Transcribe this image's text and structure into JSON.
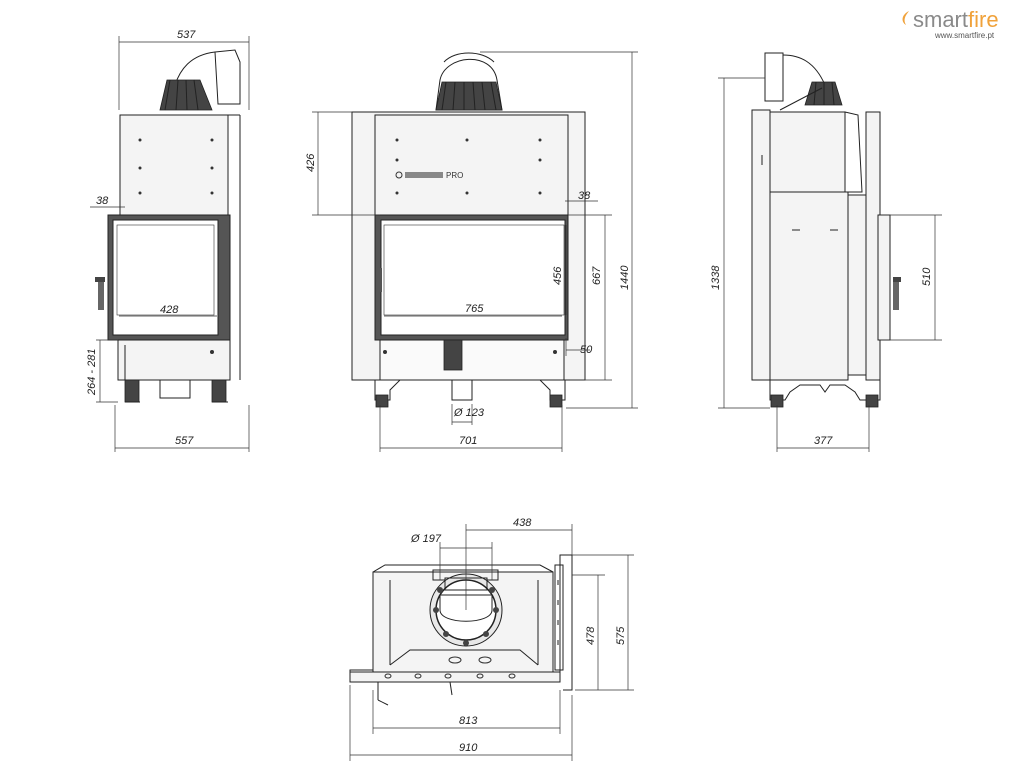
{
  "brand": {
    "name_part1": "smart",
    "name_part2": "fire",
    "url": "www.smartfire.pt",
    "color_dark": "#8a8a8a",
    "color_accent": "#f0a23b"
  },
  "product_plate": "PRO",
  "views": {
    "left_side": {
      "dims": {
        "top_width": "537",
        "bottom_width": "557",
        "glass_width": "428",
        "frame_offset": "38",
        "leg_height": "264 - 281"
      }
    },
    "front": {
      "dims": {
        "top_height": "426",
        "frame_offset": "38",
        "glass_height": "456",
        "door_height": "667",
        "total_height": "1440",
        "glass_width": "765",
        "grate_offset": "50",
        "air_inlet": "Ø 123",
        "base_width": "701"
      }
    },
    "right_side": {
      "dims": {
        "total_height": "1338",
        "door_height": "510",
        "base_width": "377"
      }
    },
    "top": {
      "dims": {
        "flue_diameter": "Ø 197",
        "flue_offset": "438",
        "depth_inner": "478",
        "depth_total": "575",
        "width_inner": "813",
        "width_total": "910"
      }
    }
  }
}
